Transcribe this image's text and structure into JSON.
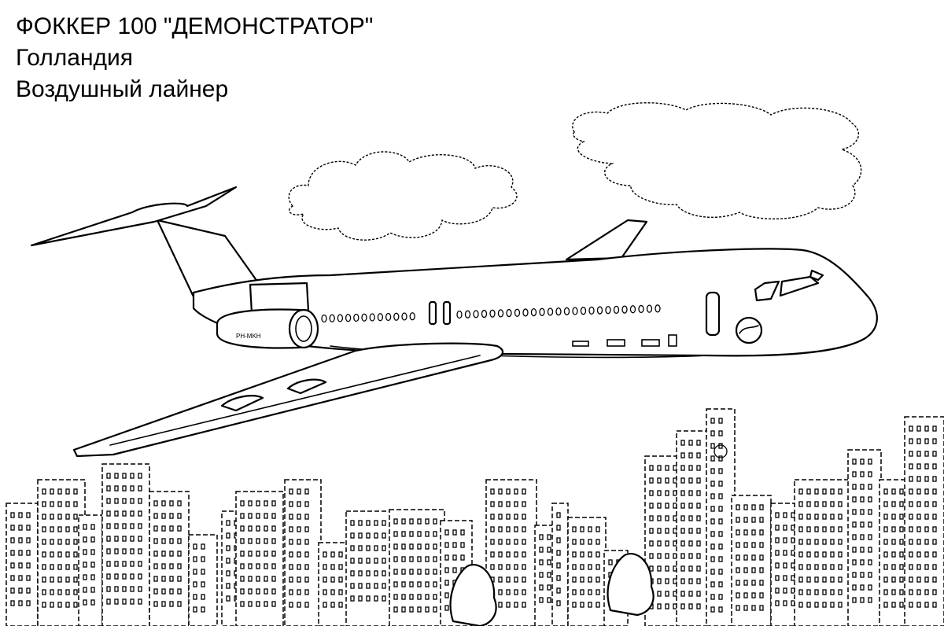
{
  "caption": {
    "line1": "ФОККЕР 100 \"ДЕМОНСТРАТОР\"",
    "line2": "Голландия",
    "line3": "Воздушный лайнер"
  },
  "aircraft": {
    "registration": "PH-MKH"
  },
  "colors": {
    "ink": "#000000",
    "paper": "#ffffff"
  }
}
